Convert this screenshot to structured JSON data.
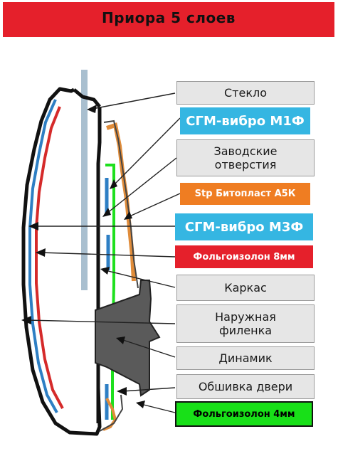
{
  "title": "Приора  5  слоев",
  "labels": {
    "glass": "Стекло",
    "sgm_m1f": "СГМ-вибро М1Ф",
    "factory_holes": "Заводские отверстия",
    "stp_bitoplast": "Stp Битопласт А5К",
    "sgm_m3f": "СГМ-вибро М3Ф",
    "foil_8mm": "Фольгоизолон 8мм",
    "frame": "Каркас",
    "outer_panel": "Наружная филенка",
    "speaker": "Динамик",
    "door_trim": "Обшивка двери",
    "foil_4mm": "Фольгоизолон 4мм"
  },
  "colors": {
    "banner": "#e5202b",
    "label_grey": "#e6e6e6",
    "label_cyan": "#35b6e2",
    "label_orange": "#ef7d22",
    "label_red": "#e5202b",
    "label_green": "#18e018",
    "door_shell": "#111111",
    "blue_layer": "#2e7fc4",
    "red_layer": "#d52a2a",
    "glass_pane": "#a9bfcf",
    "green_layer": "#1ee01e",
    "orange_layer": "#e08c3a",
    "speaker_fill": "#5a5a5a"
  }
}
